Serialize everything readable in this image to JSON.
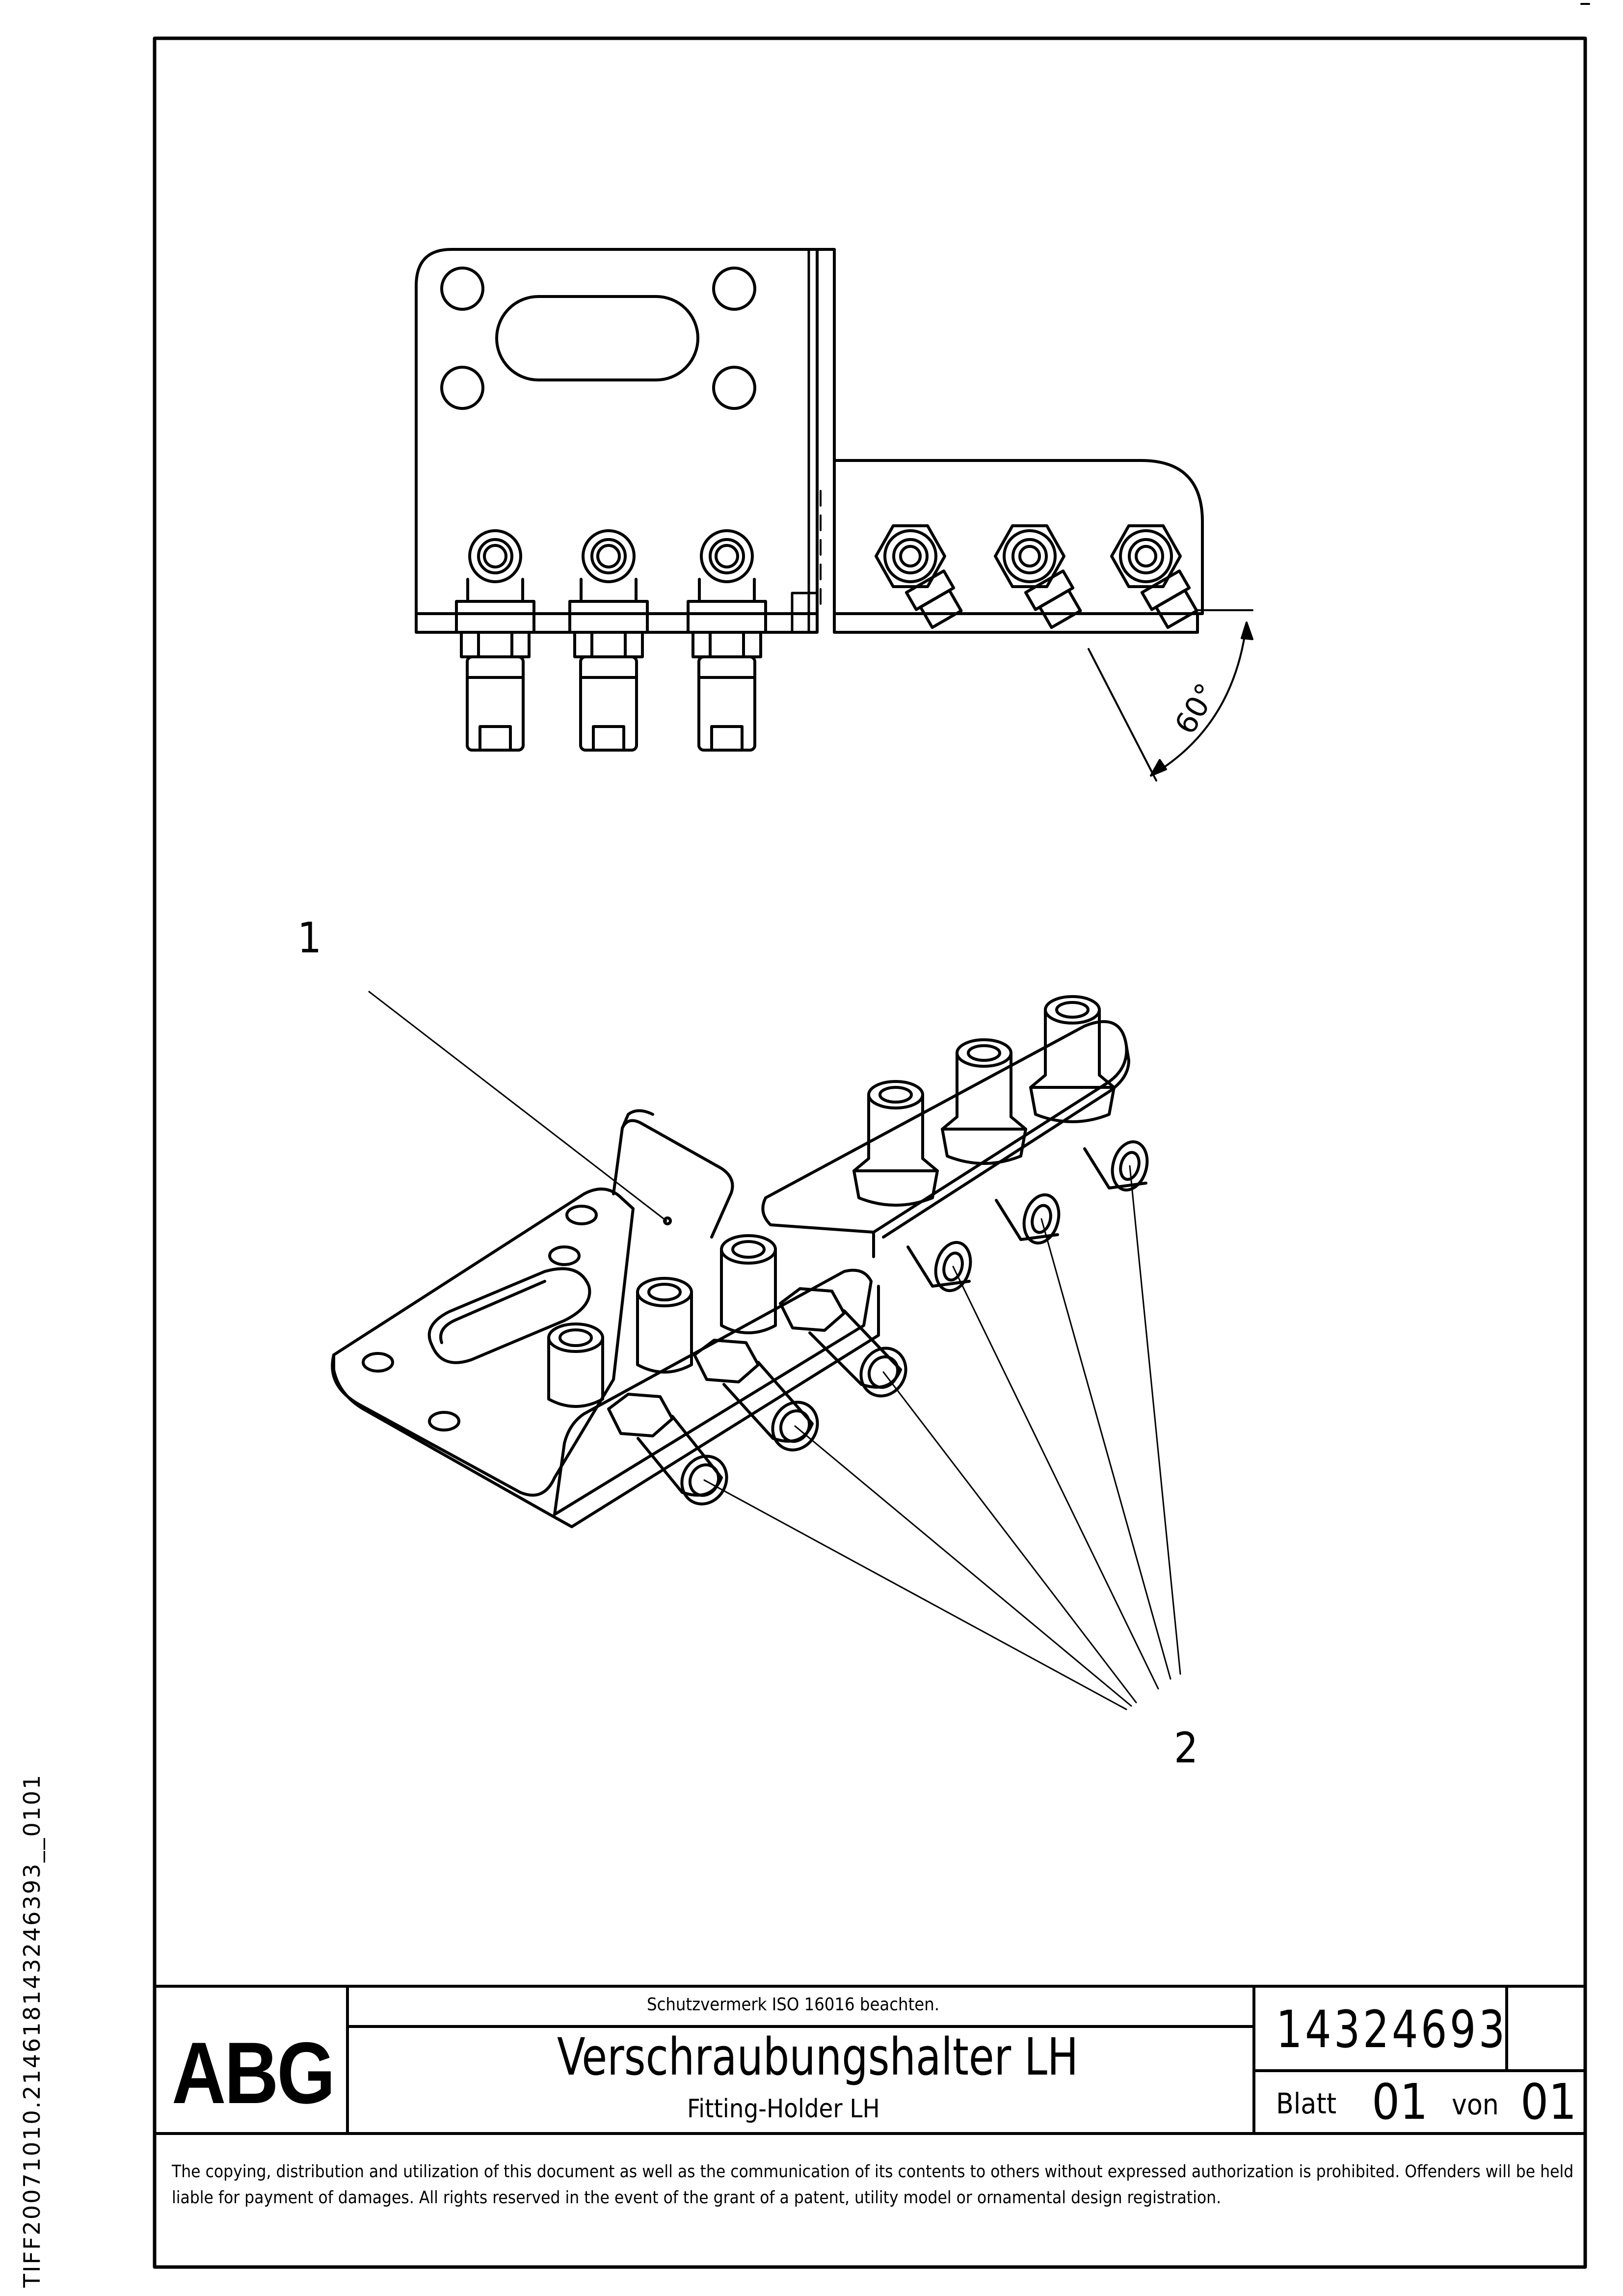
{
  "side_id": "TIFF20071010.214618143246393__0101",
  "title_block": {
    "logo_text": "ABG",
    "protection_note": "Schutzvermerk ISO 16016 beachten.",
    "title_de": "Verschraubungshalter LH",
    "title_en": "Fitting-Holder LH",
    "document_number": "14324693",
    "sheet_label": "Blatt",
    "sheet_number": "01",
    "of_label": "von",
    "sheet_total": "01"
  },
  "copyright_notice": "The copying, distribution and utilization of this document as well as the communication of its contents to others without expressed authorization is prohibited. Offenders will be held liable for payment of damages. All rights reserved in the event of the grant of a patent, utility model or ornamental design registration.",
  "drawing": {
    "angle_dimension": "60°",
    "callouts": [
      "1",
      "2"
    ]
  }
}
